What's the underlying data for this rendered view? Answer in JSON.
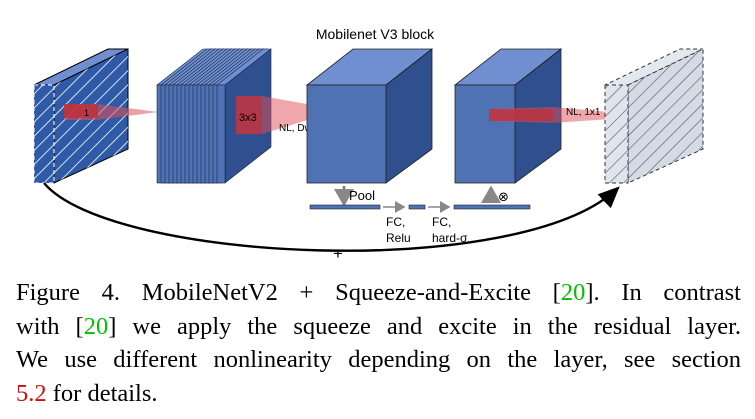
{
  "diagram": {
    "title": "Mobilenet V3 block",
    "labels": {
      "conv1": "1",
      "conv3": "3x3",
      "dwise": "NL, Dwise",
      "proj": "NL, 1x1",
      "pool": "Pool",
      "fc1_a": "FC,",
      "fc1_b": "Relu",
      "fc2_a": "FC,",
      "fc2_b": "hard-σ",
      "mult": "⊗",
      "add": "+"
    },
    "colors": {
      "block_front": "#4f72b3",
      "block_top": "#6f8fd0",
      "block_side": "#2f4f8f",
      "kernel": "#e0505a",
      "skip": "#000000"
    }
  },
  "caption": {
    "line1_a": "Figure 4. MobileNetV2 + Squeeze-and-Excite [",
    "ref1": "20",
    "line1_b": "].  In contrast",
    "line2_a": "with [",
    "ref2": "20",
    "line2_b": "] we apply the squeeze and excite in the residual layer.",
    "line3": "We use different nonlinearity depending on the layer, see section",
    "sec": "5.2",
    "line4_b": " for details."
  }
}
